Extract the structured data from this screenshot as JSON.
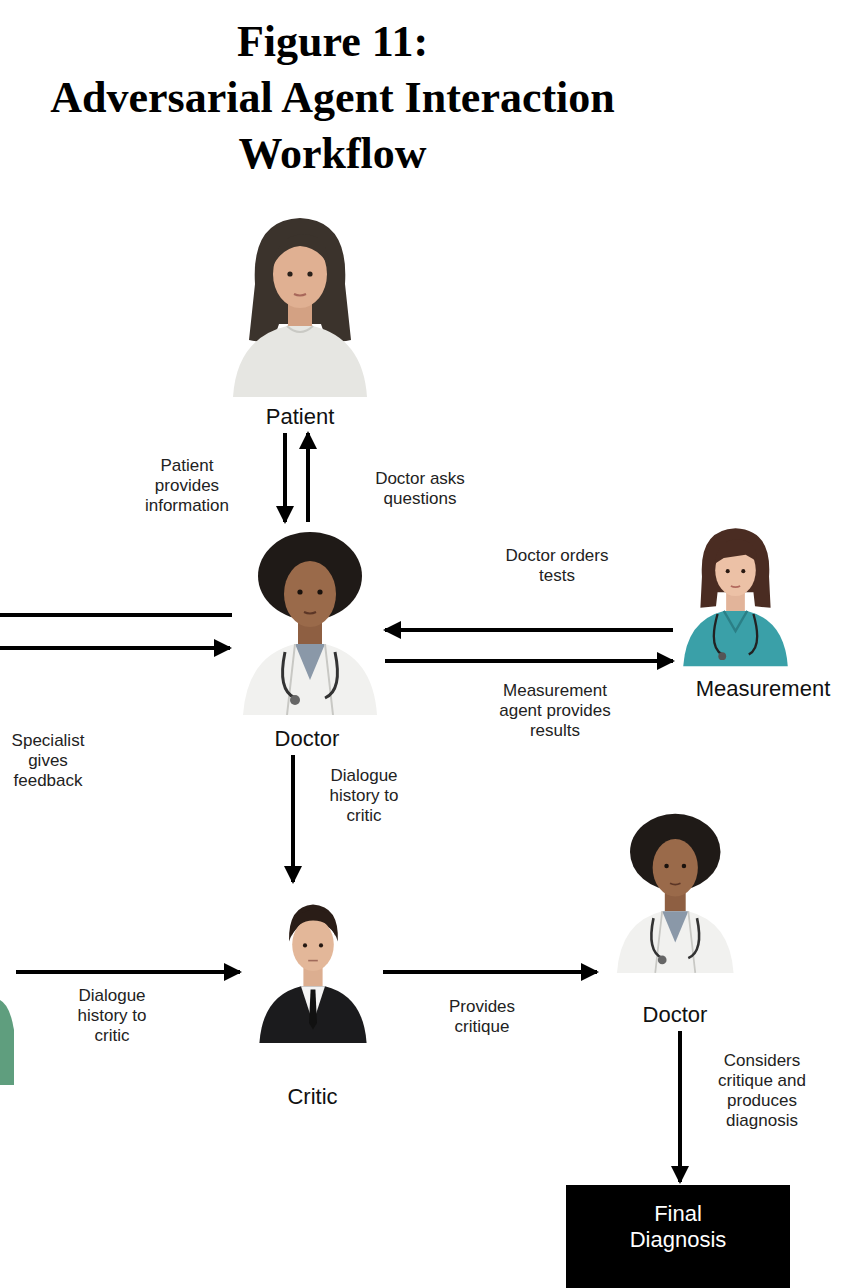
{
  "diagram": {
    "title": "Figure 11: Adversarial Agent Interaction Workflow",
    "nodes": [
      {
        "text": [
          "Patient"
        ]
      },
      {
        "text": [
          "Doctor"
        ]
      },
      {
        "text": [
          "Measurement"
        ]
      },
      {
        "text": [
          "Critic"
        ]
      },
      {
        "text": [
          "Doctor"
        ]
      },
      {
        "text": [
          "Final Diagnosis"
        ]
      }
    ],
    "edges": [
      {
        "from": 0,
        "to": 1,
        "label": "Patient provides information",
        "arrow": "to"
      },
      {
        "from": 1,
        "to": 0,
        "label": "Doctor asks questions",
        "arrow": "to"
      },
      {
        "from": 2,
        "to": 1,
        "label": "Doctor orders tests",
        "arrow": "to"
      },
      {
        "from": 1,
        "to": 2,
        "label": "Measurement agent provides results",
        "arrow": "to"
      },
      {
        "from": 1,
        "to": 3,
        "label": "Dialogue history to critic",
        "arrow": "to"
      },
      {
        "from": 3,
        "to": 4,
        "label": "Provides critique",
        "arrow": "to"
      },
      {
        "from": 4,
        "to": 5,
        "label": "Considers critique and produces diagnosis",
        "arrow": "to"
      }
    ],
    "labels": [
      "Specialist gives feedback",
      "Dialogue history to critic"
    ]
  }
}
